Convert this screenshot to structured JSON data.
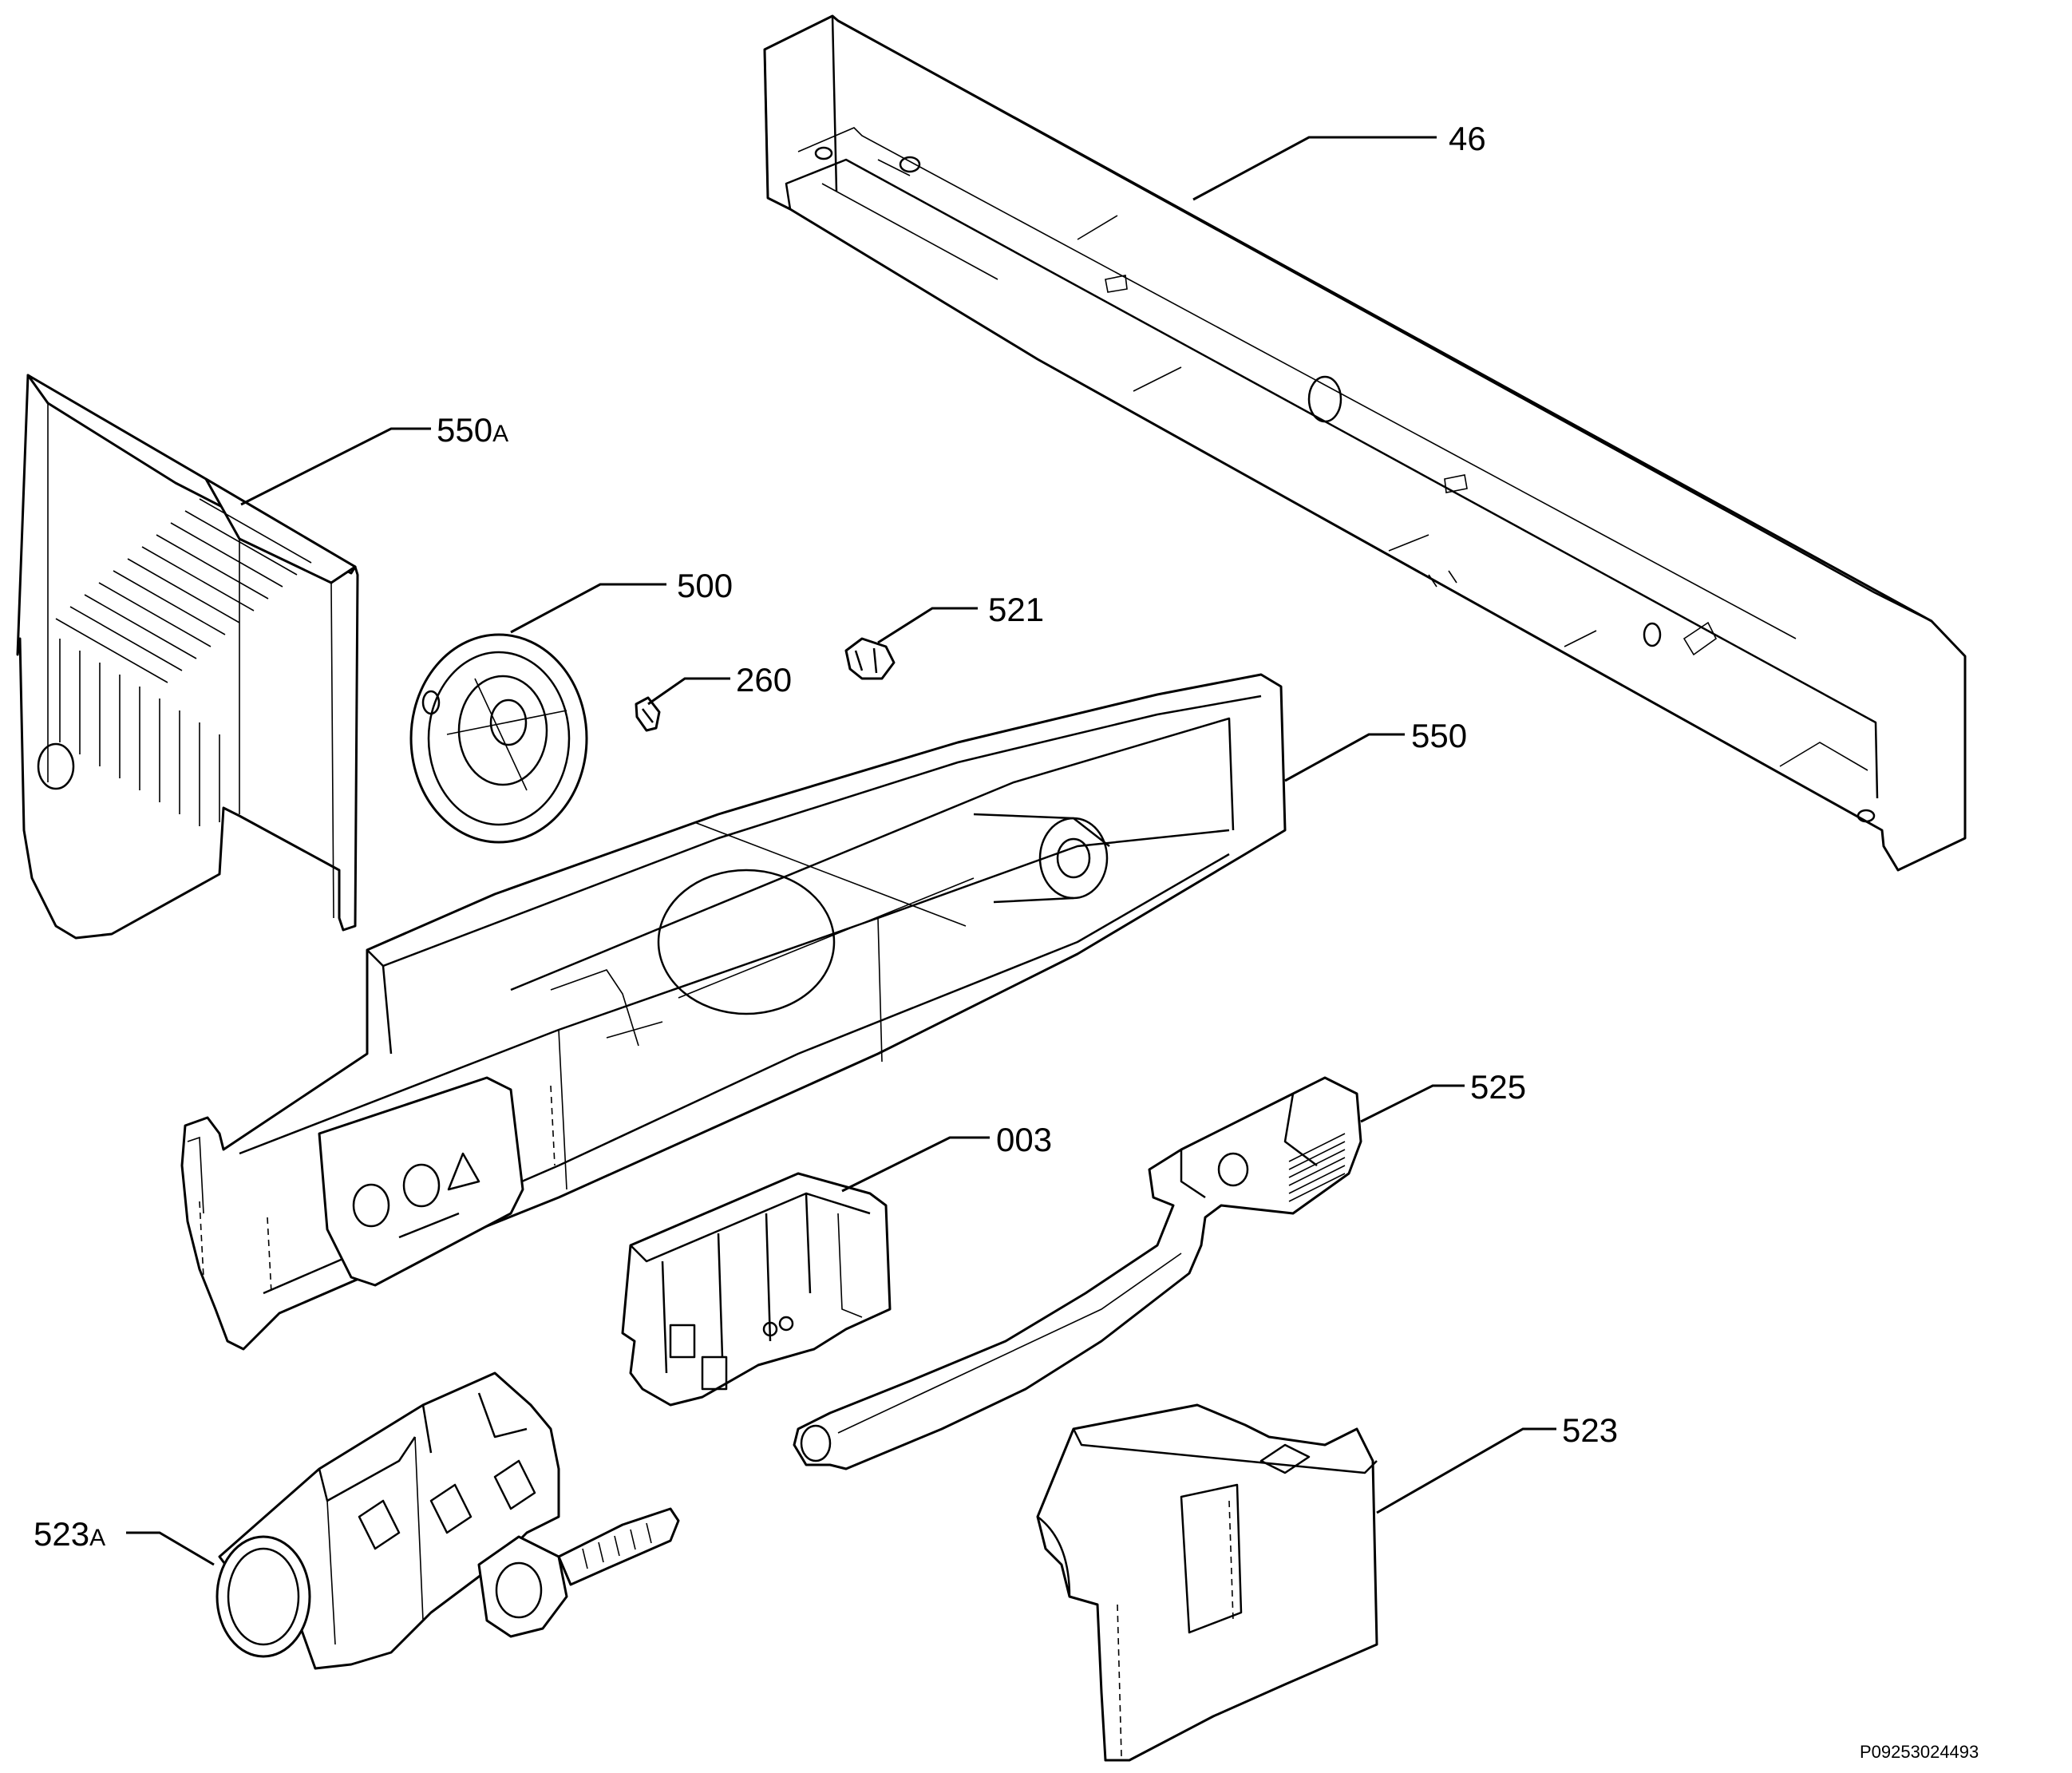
{
  "parts": [
    {
      "id": "p46",
      "label": "46"
    },
    {
      "id": "p550a",
      "label": "550",
      "suffix": "A"
    },
    {
      "id": "p500",
      "label": "500"
    },
    {
      "id": "p521",
      "label": "521"
    },
    {
      "id": "p260",
      "label": "260"
    },
    {
      "id": "p550",
      "label": "550"
    },
    {
      "id": "p525",
      "label": "525"
    },
    {
      "id": "p003",
      "label": "003"
    },
    {
      "id": "p523",
      "label": "523"
    },
    {
      "id": "p523a",
      "label": "523",
      "suffix": "A"
    }
  ],
  "reference_code": "P09253024493",
  "line_color": "#000000",
  "background": "#ffffff"
}
